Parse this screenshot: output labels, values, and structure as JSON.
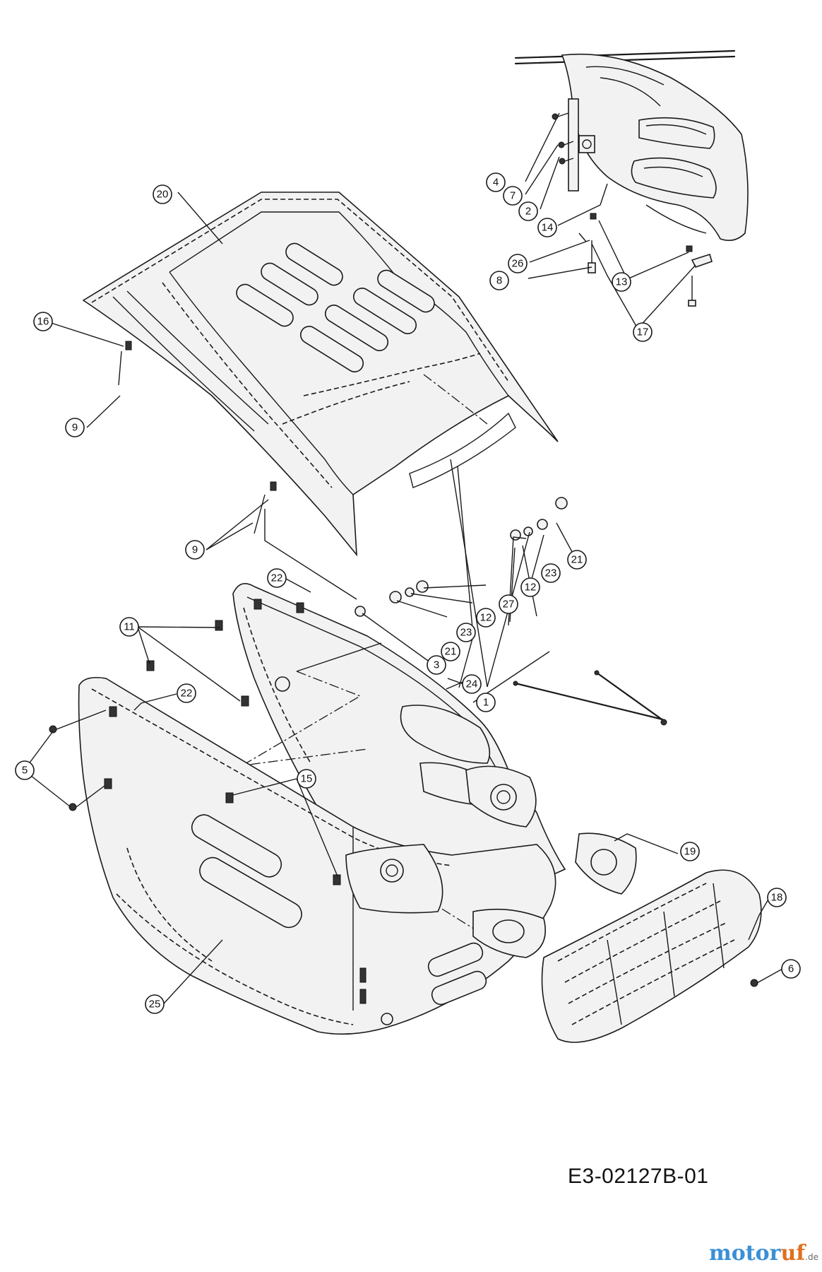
{
  "drawing_code": "E3-02127B-01",
  "logo": {
    "part1": "motor",
    "part2": "uf",
    "part3": ".de"
  },
  "callouts": [
    "1",
    "2",
    "3",
    "4",
    "5",
    "6",
    "7",
    "8",
    "9",
    "11",
    "12",
    "13",
    "14",
    "15",
    "16",
    "17",
    "18",
    "19",
    "20",
    "21",
    "22",
    "23",
    "24",
    "25",
    "26",
    "27"
  ]
}
